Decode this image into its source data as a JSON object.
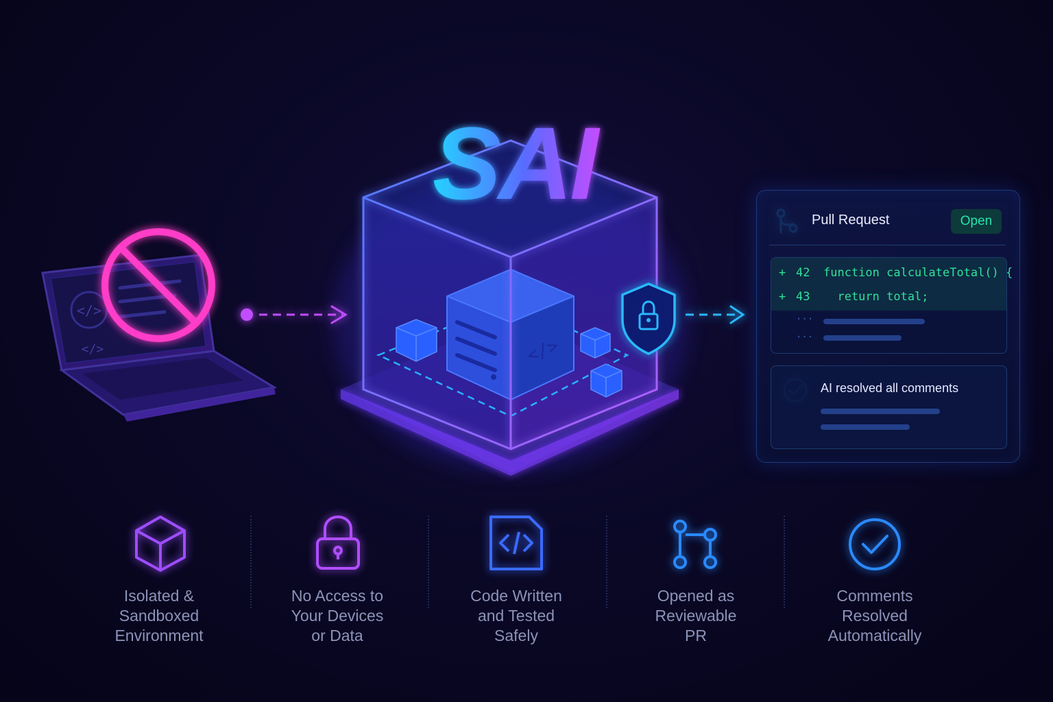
{
  "logo": {
    "text": "SAI"
  },
  "pull_request": {
    "title": "Pull Request",
    "status": "Open",
    "code_lines": [
      {
        "marker": "+",
        "number": "42",
        "code": "function calculateTotal() {"
      },
      {
        "marker": "+",
        "number": "43",
        "code": "  return total;"
      }
    ],
    "collapsed_marker": "···",
    "comment_status": "AI resolved all comments"
  },
  "features": [
    {
      "icon": "cube-icon",
      "label_lines": [
        "Isolated &",
        "Sandboxed",
        "Environment"
      ]
    },
    {
      "icon": "lock-icon",
      "label_lines": [
        "No Access to",
        "Your Devices",
        "or Data"
      ]
    },
    {
      "icon": "code-file-icon",
      "label_lines": [
        "Code Written",
        "and Tested",
        "Safely"
      ]
    },
    {
      "icon": "git-branch-icon",
      "label_lines": [
        "Opened as",
        "Reviewable",
        "PR"
      ]
    },
    {
      "icon": "check-circle-icon",
      "label_lines": [
        "Comments",
        "Resolved",
        "Automatically"
      ]
    }
  ],
  "colors": {
    "background": "#0a0826",
    "accent_blue": "#3b6bff",
    "accent_purple": "#a64dff",
    "accent_pink": "#ff3ec8",
    "accent_cyan": "#28c8ff",
    "status_green": "#27e3b0"
  }
}
